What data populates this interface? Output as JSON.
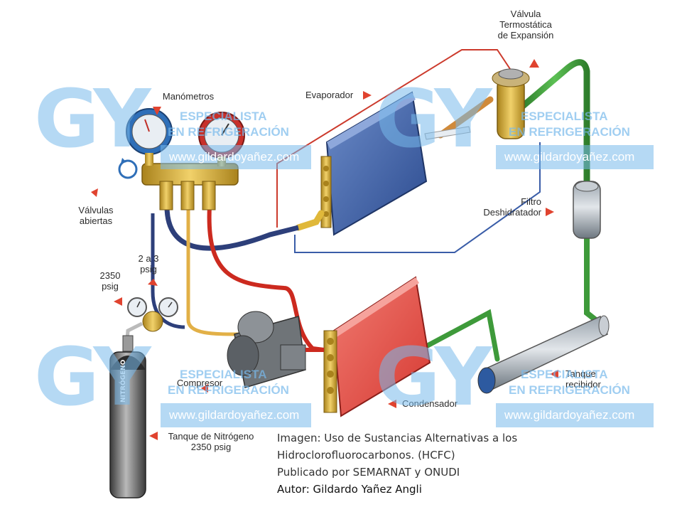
{
  "labels": {
    "valve": "Válvula\nTermostática\nde Expansión",
    "manometros": "Manómetros",
    "evaporador": "Evaporador",
    "valvulas_abiertas": "Válvulas\nabiertas",
    "filtro": "Filtro\nDeshidratador",
    "psig_2_3": "2 a 3\npsig",
    "psig_2350": "2350\npsig",
    "compresor": "Compresor",
    "condensador": "Condensador",
    "tanque_recibidor": "Tanque\nrecibidor",
    "tanque_nitrogeno": "Tanque de Nitrógeno\n2350 psig",
    "cylinder_text": "NITRÓGENO"
  },
  "watermark": {
    "logo": "GY",
    "line1": "ESPECIALISTA",
    "line2": "EN REFRIGERACIÓN",
    "url": "www.gildardoyañez.com"
  },
  "credit": {
    "line1": "Imagen: Uso de Sustancias Alternativas a los",
    "line2": "Hidroclorofluorocarbonos.  (HCFC)",
    "line3": "Publicado por SEMARNAT y ONUDI",
    "line4": "Autor: Gildardo Yañez Angli"
  },
  "colors": {
    "pipe_green": "#3e9a3a",
    "pipe_red": "#cc2a1f",
    "pipe_blue": "#2d3f7a",
    "gauge_blue": "#2f6fb8",
    "gauge_red": "#c8302a",
    "brass": "#d9b23a",
    "condenser": "#e44b45",
    "evaporator": "#3d5fa3",
    "arrow": "#e0432f"
  }
}
